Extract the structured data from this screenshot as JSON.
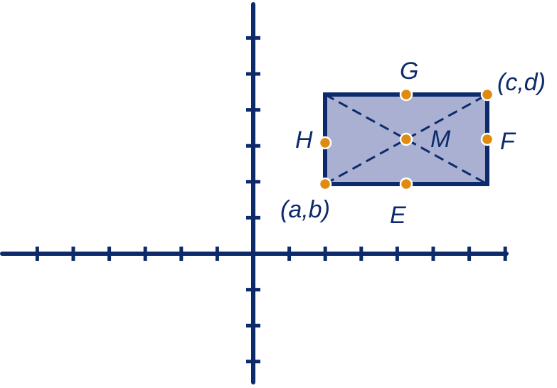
{
  "colors": {
    "axis": "#0d2a6b",
    "rectangle_stroke": "#0d2a6b",
    "rectangle_fill": "#a9b0d2",
    "diagonal": "#0d2a6b",
    "point_fill": "#e08a10",
    "point_outline": "#ffffff",
    "label": "#0d2a6b"
  },
  "axes": {
    "x_ticks": 14,
    "y_ticks": 10
  },
  "diagram": {
    "shape": "rectangle",
    "diagonals": "dashed",
    "points": [
      {
        "id": "corner-ab",
        "label": "(a,b)"
      },
      {
        "id": "corner-cd",
        "label": "(c,d)"
      },
      {
        "id": "midpoint-e",
        "label": "E"
      },
      {
        "id": "midpoint-f",
        "label": "F"
      },
      {
        "id": "midpoint-g",
        "label": "G"
      },
      {
        "id": "midpoint-h",
        "label": "H"
      },
      {
        "id": "midpoint-m",
        "label": "M"
      }
    ]
  }
}
